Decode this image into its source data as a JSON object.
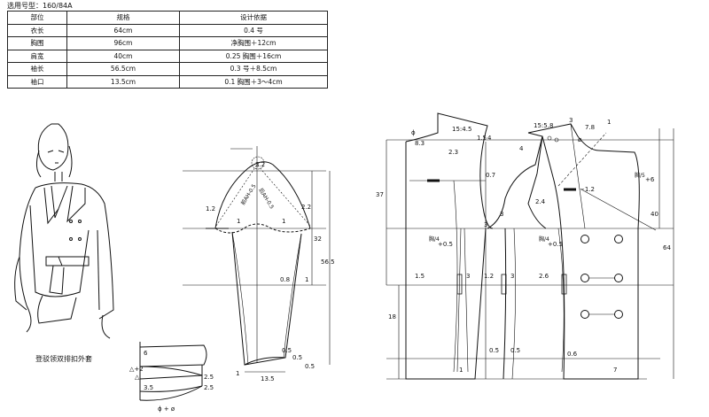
{
  "size_label": "选用号型：160/84A",
  "spec_table": {
    "headers": [
      "部位",
      "规格",
      "设计依据"
    ],
    "rows": [
      [
        "衣长",
        "64cm",
        "0.4 号"
      ],
      [
        "胸围",
        "96cm",
        "净胸围＋12cm"
      ],
      [
        "肩宽",
        "40cm",
        "0.25 胸围＋16cm"
      ],
      [
        "袖长",
        "56.5cm",
        "0.3 号＋8.5cm"
      ],
      [
        "袖口",
        "13.5cm",
        "0.1 胸围＋3～4cm"
      ]
    ]
  },
  "caption": "登驳领双排扣外套",
  "sleeve": {
    "ah_front": "前AH-0.5",
    "ah_back": "后AH-0.5",
    "labels": [
      "3.2",
      "1.2",
      "1",
      "1",
      "2.2",
      "32",
      "56.5",
      "0.8",
      "1",
      "0.5",
      "0.5",
      "1",
      "13.5",
      "0.5"
    ]
  },
  "collar": {
    "labels": [
      "6",
      "△+2",
      "△",
      "3.5",
      "2.5",
      "2.5",
      "ϕ + ø"
    ]
  },
  "bodice": {
    "labels": [
      "ϕ",
      "15:4.5",
      "1.5",
      "4",
      "8.3",
      "2.3",
      "0.7",
      "37",
      "15:5.8",
      "3",
      "1",
      "ø",
      "7.8",
      "4",
      "−1.2",
      "胸/5",
      "+6",
      "40",
      "64",
      "2.4",
      "3",
      "3",
      "胸/4",
      "+0.5",
      "胸/4",
      "+0.5",
      "1.5",
      "3",
      "1.2",
      "3",
      "2.6",
      "18",
      "1",
      "0.5",
      "0.5",
      "0.6",
      "7"
    ]
  }
}
